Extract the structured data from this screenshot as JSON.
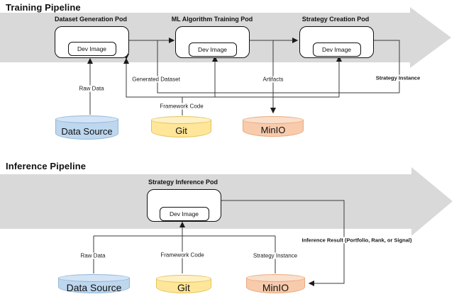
{
  "training": {
    "section_title": "Training Pipeline",
    "pods": [
      {
        "title": "Dataset Generation Pod",
        "inner_label": "Dev Image"
      },
      {
        "title": "ML Algorithm Training Pod",
        "inner_label": "Dev Image"
      },
      {
        "title": "Strategy Creation Pod",
        "inner_label": "Dev Image"
      }
    ],
    "edge_labels": {
      "raw_data": "Raw Data",
      "generated_dataset": "Generated Dataset",
      "framework_code": "Framework Code",
      "artifacts": "Artifacts",
      "strategy_instance": "Strategy Instance"
    },
    "stores": [
      {
        "name": "Data Source"
      },
      {
        "name": "Git"
      },
      {
        "name": "MinIO"
      }
    ]
  },
  "inference": {
    "section_title": "Inference Pipeline",
    "pods": [
      {
        "title": "Strategy Inference Pod",
        "inner_label": "Dev Image"
      }
    ],
    "edge_labels": {
      "raw_data": "Raw Data",
      "framework_code": "Framework Code",
      "strategy_instance": "Strategy Instance",
      "inference_result": "Inference Result (Portfolio, Rank, or Signal)"
    },
    "stores": [
      {
        "name": "Data Source"
      },
      {
        "name": "Git"
      },
      {
        "name": "MinIO"
      }
    ]
  },
  "colors": {
    "band": "#d9d9d9",
    "wire": "#3a3a3a",
    "data_source_fill": "#bdd7ee",
    "data_source_top": "#d2e4f5",
    "data_source_stroke": "#96b5d8",
    "git_fill": "#ffe699",
    "git_top": "#fff1c4",
    "git_stroke": "#e2c45f",
    "minio_fill": "#f8cbad",
    "minio_top": "#fadfcb",
    "minio_stroke": "#e9a97e"
  }
}
